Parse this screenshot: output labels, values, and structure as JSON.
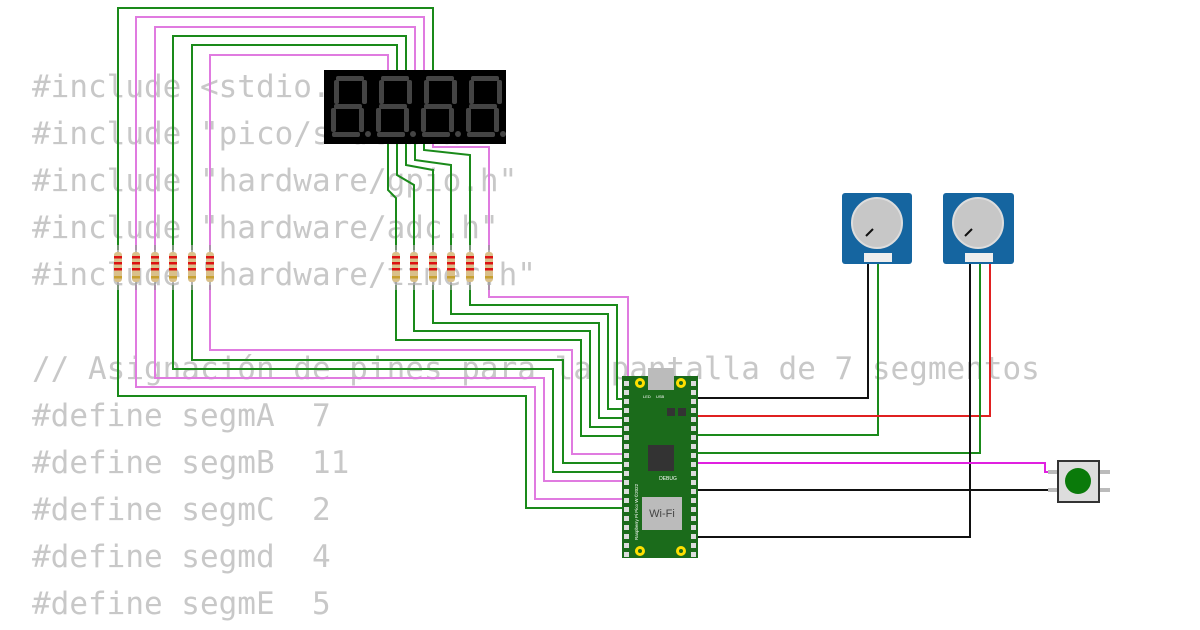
{
  "code_lines": [
    "#include <stdio.h>",
    "#include \"pico/stdlib.h\"",
    "#include \"hardware/gpio.h\"",
    "#include \"hardware/adc.h\"",
    "#include \"hardware/timer.h\"",
    "",
    "// Asignación de pines para la pantalla de 7 segmentos",
    "#define segmA  7",
    "#define segmB  11",
    "#define segmC  2",
    "#define segmd  4",
    "#define segmE  5"
  ],
  "pico": {
    "wifi_label": "Wi-Fi",
    "debug_label": "DEBUG",
    "board_label": "Raspberry Pi Pico W ©2022",
    "led_label": "LED",
    "usb_label": "USB"
  },
  "colors": {
    "board": "#1b6b1b",
    "display": "#000000",
    "pot": "#1565a0",
    "wire_green": "#1a8a1a",
    "wire_pink": "#e07be0",
    "wire_red": "#e02020"
  }
}
